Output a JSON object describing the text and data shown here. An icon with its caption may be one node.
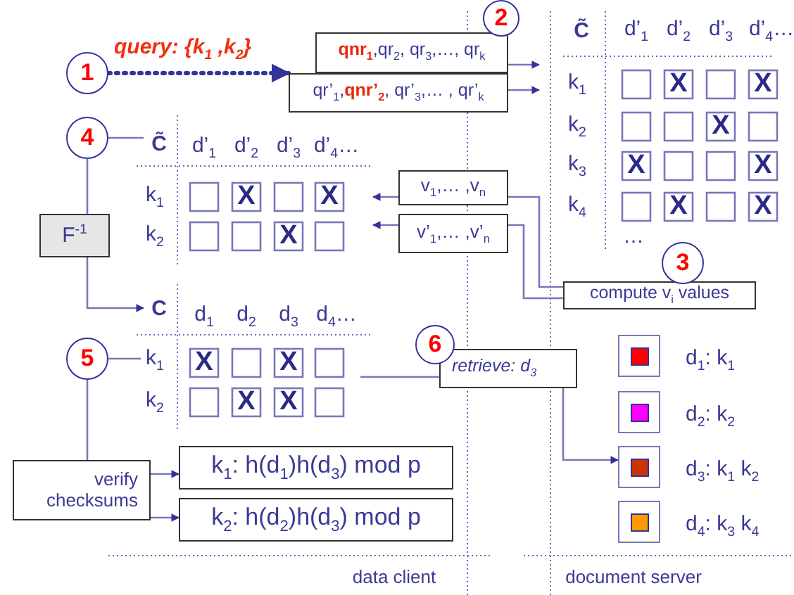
{
  "diagram": {
    "nodes": [
      {
        "text": [
          "1"
        ]
      },
      {
        "text": [
          "**qnr$_{1}$**,qr$_{2}$, qr$_{3}$,…, qr$_{k}$"
        ]
      },
      {
        "text": [
          "qr’$_{1}$,**qnr’$_{2}$**, qr’$_{3}$,… , qr’$_{k}$"
        ]
      },
      {
        "text": [
          "2"
        ]
      },
      {
        "text": [
          "4"
        ]
      },
      {
        "text": [
          "F$^{-1}$"
        ]
      },
      {
        "text": [
          "v$_{1}$,… ,v$_{n}$"
        ]
      },
      {
        "text": [
          "v’$_{1}$,… ,v’$_{n}$"
        ]
      },
      {
        "text": [
          "3"
        ]
      },
      {
        "text": [
          "compute v$_{i}$ values"
        ]
      },
      {
        "text": [
          "5"
        ]
      },
      {
        "text": [
          "6"
        ]
      },
      {
        "text": [
          "retrieve: d$_{3}$"
        ]
      },
      {
        "text": [],
        "shape": "box",
        "beside": [
          "d$_{1}$: k$_{1}$"
        ]
      },
      {
        "text": [],
        "shape": "box",
        "beside": [
          "d$_{2}$: k$_{2}$"
        ]
      },
      {
        "text": [],
        "shape": "box",
        "beside": [
          "d$_{3}$: k$_{1}$ k$_{2}$"
        ]
      },
      {
        "text": [],
        "shape": "box",
        "beside": [
          "d$_{4}$: k$_{3}$ k$_{4}$"
        ]
      },
      {
        "text": [
          "verify checksums"
        ]
      },
      {
        "text": [
          "k$_{1}$: h(d$_{1}$)h(d$_{3}$) mod p"
        ]
      },
      {
        "text": [
          "k$_{2}$: h(d$_{2}$)h(d$_{3}$) mod p"
        ]
      },
      {
        "text": [
          "C̃"
        ]
      },
      {
        "text": [
          "C"
        ]
      },
      {
        "text": [
          "k$_{1}$"
        ]
      }
    ],
    "edges": [
      {
        "from": 0,
        "to": 2,
        "arrow": "to",
        "style": "dashed",
        "label": "query: {k$_{1}$ ,k$_{2}$}"
      },
      {
        "from": 1,
        "to": null,
        "arrow": "to"
      },
      {
        "from": 2,
        "to": null,
        "arrow": "to"
      },
      {
        "from": 9,
        "to": 6,
        "arrow": "none"
      },
      {
        "from": 9,
        "to": 7,
        "arrow": "none"
      },
      {
        "from": 6,
        "to": null,
        "arrow": "to"
      },
      {
        "from": 7,
        "to": null,
        "arrow": "to"
      },
      {
        "from": 4,
        "to": 20,
        "arrow": "none"
      },
      {
        "from": 4,
        "to": 5,
        "arrow": "none"
      },
      {
        "from": 5,
        "to": 21,
        "arrow": "to"
      },
      {
        "from": 10,
        "to": 22,
        "arrow": "none"
      },
      {
        "from": 10,
        "to": 17,
        "arrow": "none"
      },
      {
        "from": 17,
        "to": 18,
        "arrow": "to"
      },
      {
        "from": 17,
        "to": 19,
        "arrow": "to"
      },
      {
        "from": null,
        "to": 12,
        "arrow": "none"
      },
      {
        "from": 12,
        "to": 15,
        "arrow": "to"
      }
    ],
    "labels": [
      "C̃",
      "d’$_{1}$",
      "d’$_{2}$",
      "d’$_{3}$",
      "d’$_{4}$…",
      "k$_{1}$",
      "X",
      "X",
      "k$_{2}$",
      "X",
      "k$_{3}$",
      "X",
      "X",
      "k$_{4}$",
      "X",
      "X",
      "…",
      "d’$_{1}$",
      "d’$_{2}$",
      "d’$_{3}$",
      "d’$_{4}$…",
      "k$_{1}$",
      "X",
      "X",
      "k$_{2}$",
      "X",
      "d$_{1}$",
      "d$_{2}$",
      "d$_{3}$",
      "d$_{4}$…",
      "X",
      "X",
      "k$_{2}$",
      "X",
      "X",
      "data client",
      "document server"
    ]
  }
}
